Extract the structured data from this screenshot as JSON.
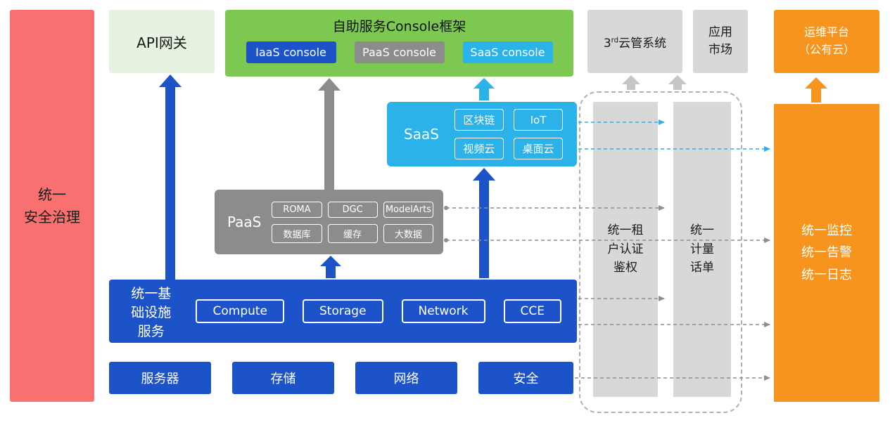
{
  "colors": {
    "red": "#F97070",
    "light_green": "#E7F3E1",
    "green": "#7CC850",
    "blue": "#1D53C8",
    "gray": "#8C8C8C",
    "cyan": "#2BB2E9",
    "light_gray": "#D8D8D8",
    "orange": "#F7941E"
  },
  "left_bar": {
    "label": "统一\n安全治理"
  },
  "top": {
    "api_gateway": {
      "label": "API网关"
    },
    "console_frame": {
      "title": "自助服务Console框架",
      "consoles": [
        {
          "label": "IaaS console"
        },
        {
          "label": "PaaS console"
        },
        {
          "label": "SaaS console"
        }
      ]
    },
    "third_cloud": {
      "prefix": "3",
      "sup": "rd",
      "rest": "云管系统"
    },
    "app_market": {
      "label": "应用\n市场"
    },
    "om_platform": {
      "label": "运维平台\n（公有云）"
    }
  },
  "saas": {
    "label": "SaaS",
    "chips": [
      "区块链",
      "IoT",
      "视频云",
      "桌面云"
    ]
  },
  "paas": {
    "label": "PaaS",
    "chips": [
      "ROMA",
      "DGC",
      "ModelArts",
      "数据库",
      "缓存",
      "大数据"
    ]
  },
  "iaas": {
    "label": "统一基础设施服务",
    "chips": [
      "Compute",
      "Storage",
      "Network",
      "CCE"
    ]
  },
  "bottom": {
    "items": [
      "服务器",
      "存储",
      "网络",
      "安全"
    ]
  },
  "right": {
    "auth_bar": {
      "label": "统一租\n户认证\n鉴权"
    },
    "metering_bar": {
      "label": "统一\n计量\n话单"
    },
    "monitor_bar": {
      "label": "统一监控\n统一告警\n统一日志"
    }
  }
}
